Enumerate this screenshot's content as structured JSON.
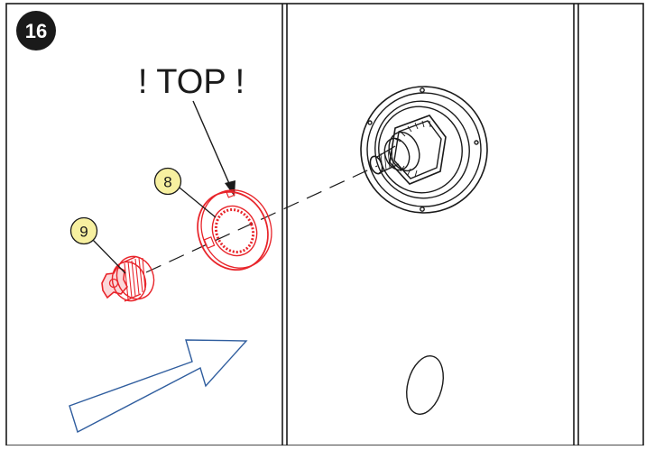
{
  "step": {
    "number": "16"
  },
  "warning": {
    "text": "! TOP !"
  },
  "callouts": [
    {
      "label": "8",
      "part": "locking-ring"
    },
    {
      "label": "9",
      "part": "drive-adapter"
    }
  ],
  "colors": {
    "line": "#1a1a1a",
    "part_highlight": "#e8242a",
    "callout_fill": "#f7f0a0",
    "arrow_outline": "#2f5d9e",
    "badge_fill": "#1a1a1a",
    "badge_text": "#ffffff"
  }
}
